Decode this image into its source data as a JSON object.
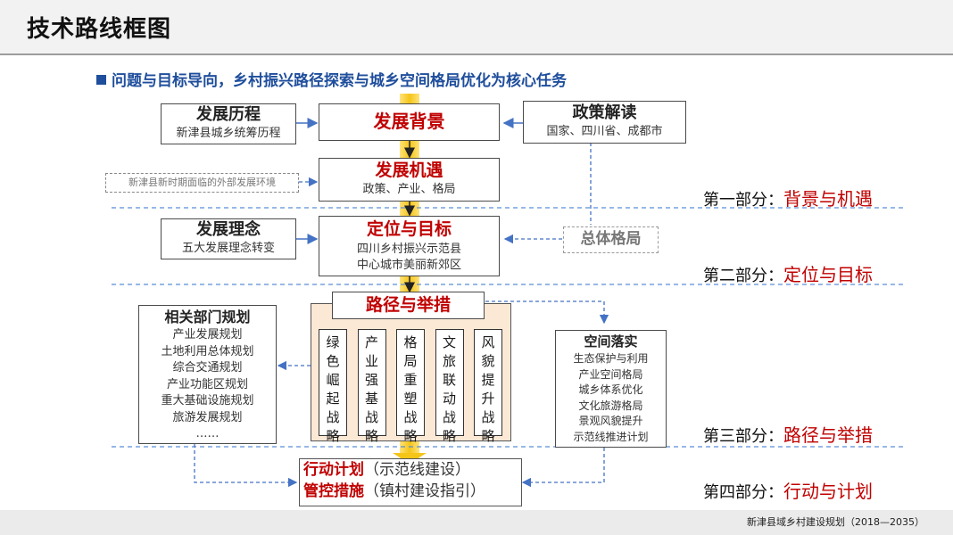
{
  "header": {
    "title": "技术路线框图"
  },
  "subtitle": "问题与目标导向，乡村振兴路径探索与城乡空间格局优化为核心任务",
  "center": {
    "background": {
      "title": "发展背景"
    },
    "opportunity": {
      "title": "发展机遇",
      "sub": "政策、产业、格局"
    },
    "positioning": {
      "title": "定位与目标",
      "sub1": "四川乡村振兴示范县",
      "sub2": "中心城市美丽新郊区"
    },
    "path": {
      "title": "路径与举措",
      "columns": [
        "绿色崛起战略",
        "产业强基战略",
        "格局重塑战略",
        "文旅联动战略",
        "风貌提升战略"
      ]
    },
    "action": {
      "line1_red": "行动计划",
      "line1": "（示范线建设）",
      "line2_red": "管控措施",
      "line2": "（镇村建设指引）"
    }
  },
  "left": {
    "history": {
      "title": "发展历程",
      "sub": "新津县城乡统筹历程"
    },
    "external": {
      "text": "新津县新时期面临的外部发展环境"
    },
    "concept": {
      "title": "发展理念",
      "sub": "五大发展理念转变"
    },
    "departments": {
      "title": "相关部门规划",
      "items": [
        "产业发展规划",
        "土地利用总体规划",
        "综合交通规划",
        "产业功能区规划",
        "重大基础设施规划",
        "旅游发展规划",
        "……"
      ]
    }
  },
  "right": {
    "policy": {
      "title": "政策解读",
      "sub": "国家、四川省、成都市"
    },
    "overall": {
      "title": "总体格局"
    },
    "spatial": {
      "title": "空间落实",
      "items": [
        "生态保护与利用",
        "产业空间格局",
        "城乡体系优化",
        "文化旅游格局",
        "景观风貌提升",
        "示范线推进计划"
      ]
    }
  },
  "parts": [
    {
      "label": "第一部分：",
      "highlight": "背景与机遇"
    },
    {
      "label": "第二部分：",
      "highlight": "定位与目标"
    },
    {
      "label": "第三部分：",
      "highlight": "路径与举措"
    },
    {
      "label": "第四部分：",
      "highlight": "行动与计划"
    }
  ],
  "footer": {
    "text": "新津县域乡村建设规划（2018—2035）"
  },
  "colors": {
    "accent_red": "#c00000",
    "accent_blue": "#1f4e9c",
    "dash_blue": "#5b8dd6",
    "spine_yellow": "#f5c518"
  }
}
